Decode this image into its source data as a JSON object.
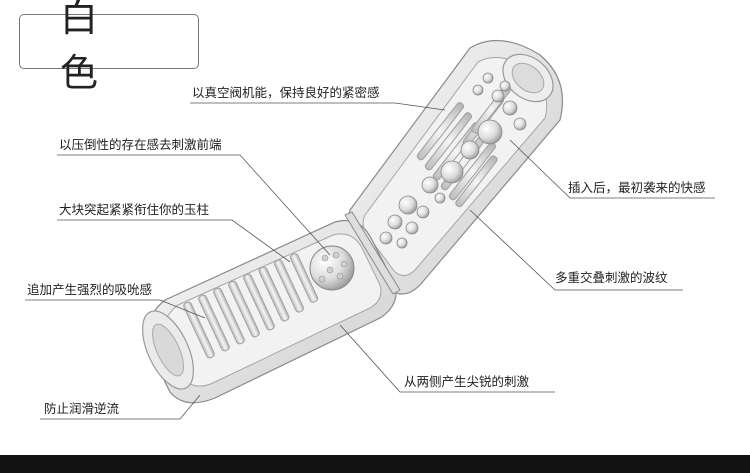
{
  "title": "白 色",
  "callouts": [
    {
      "id": "vacuum",
      "text": "以真空阀机能，保持良好的紧密感"
    },
    {
      "id": "pressure",
      "text": "以压倒性的存在感去刺激前端"
    },
    {
      "id": "bumps",
      "text": "大块突起紧紧衔住你的玉柱"
    },
    {
      "id": "suction",
      "text": "追加产生强烈的吸吮感"
    },
    {
      "id": "leak",
      "text": "防止润滑逆流"
    },
    {
      "id": "insert",
      "text": "插入后，最初袭来的快感"
    },
    {
      "id": "waves",
      "text": "多重交叠刺激的波纹"
    },
    {
      "id": "sides",
      "text": "从两侧产生尖锐的刺激"
    }
  ],
  "colors": {
    "line": "#555555",
    "shell": "#e6e6e6",
    "inner": "#f4f4f4",
    "bar": "#111111"
  }
}
